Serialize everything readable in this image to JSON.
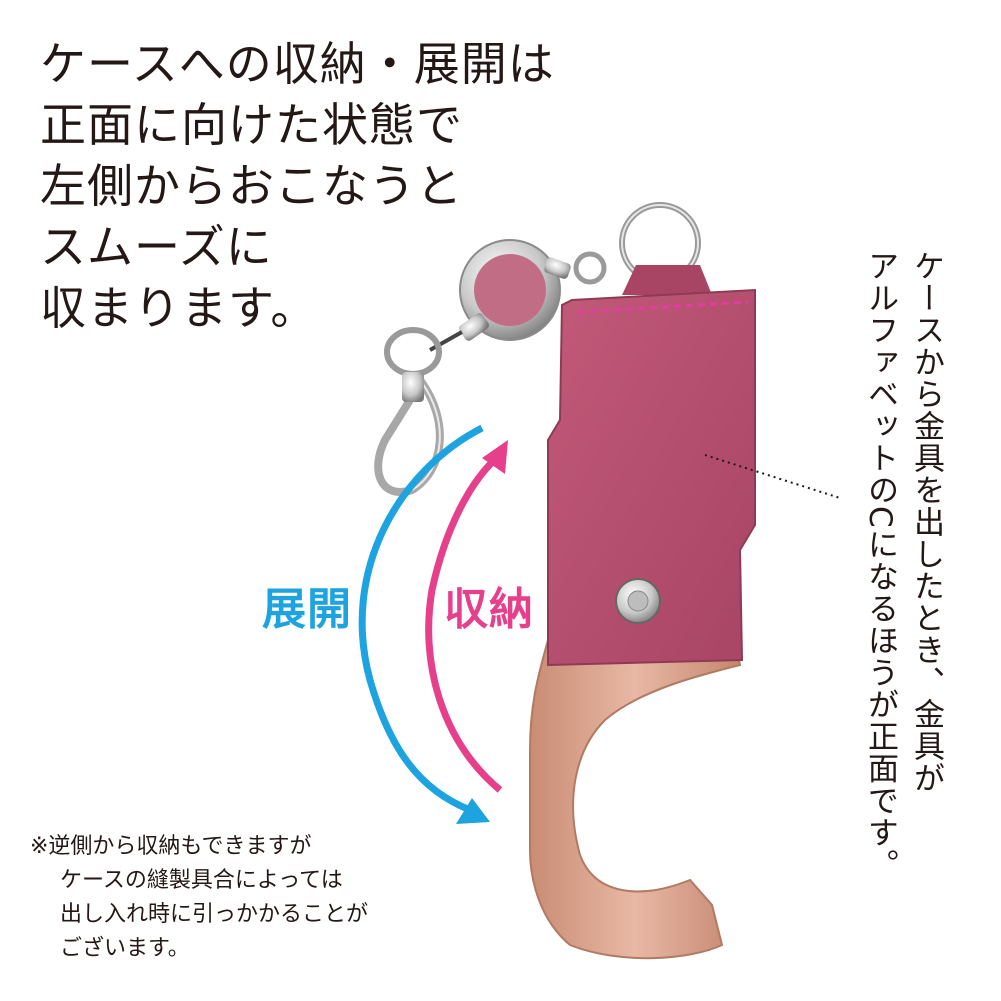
{
  "heading": {
    "lines": [
      "ケースへの収納・展開は",
      "正面に向けた状態で",
      "左側からおこなうと",
      "スムーズに",
      "収まります。"
    ]
  },
  "side_note": {
    "col1": "ケースから金具を出したとき、金具が",
    "col2": "アルファベットのCになるほうが正面です。"
  },
  "arrows": {
    "open_label": "展開",
    "store_label": "収納",
    "open_color": "#1da3e0",
    "store_color": "#e6408d"
  },
  "footnote": {
    "lines": [
      "※逆側から収納もできますが",
      "ケースの縫製具合によっては",
      "出し入れ時に引っかかることが",
      "ございます。"
    ]
  },
  "product": {
    "case_color": "#b64f6e",
    "stitch_color": "#e0409a",
    "hook_color": "#d8a089"
  }
}
